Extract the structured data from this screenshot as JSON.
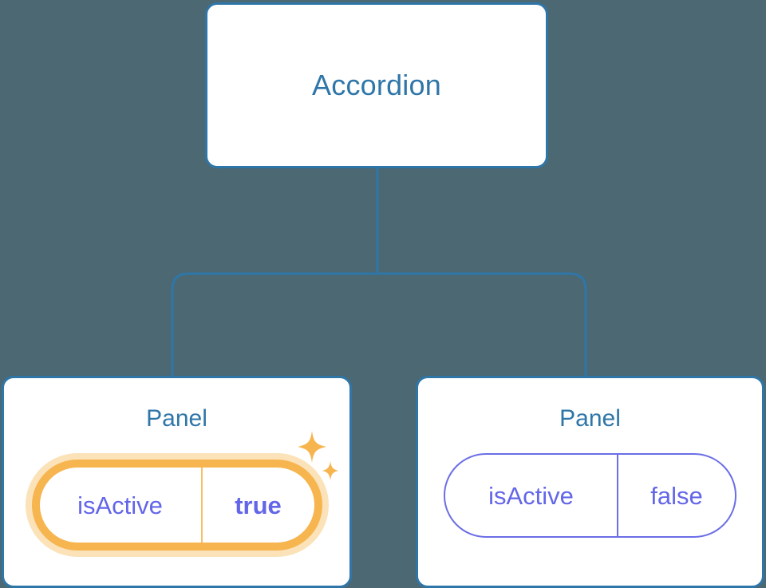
{
  "diagram": {
    "background_color": "#4c6872",
    "node_border_color": "#2f76a8",
    "node_text_color": "#2f76a8",
    "prop_color": "#6366e8",
    "highlight_color": "#f6b54e",
    "highlight_glow_color": "#fbe2b8",
    "connector_color": "#2f76a8"
  },
  "root": {
    "title": "Accordion"
  },
  "children": [
    {
      "title": "Panel",
      "highlighted": true,
      "prop": {
        "key": "isActive",
        "value": "true",
        "value_bold": true
      },
      "sparkle_icons": [
        "sparkle-large-icon",
        "sparkle-small-icon"
      ]
    },
    {
      "title": "Panel",
      "highlighted": false,
      "prop": {
        "key": "isActive",
        "value": "false",
        "value_bold": false
      }
    }
  ]
}
